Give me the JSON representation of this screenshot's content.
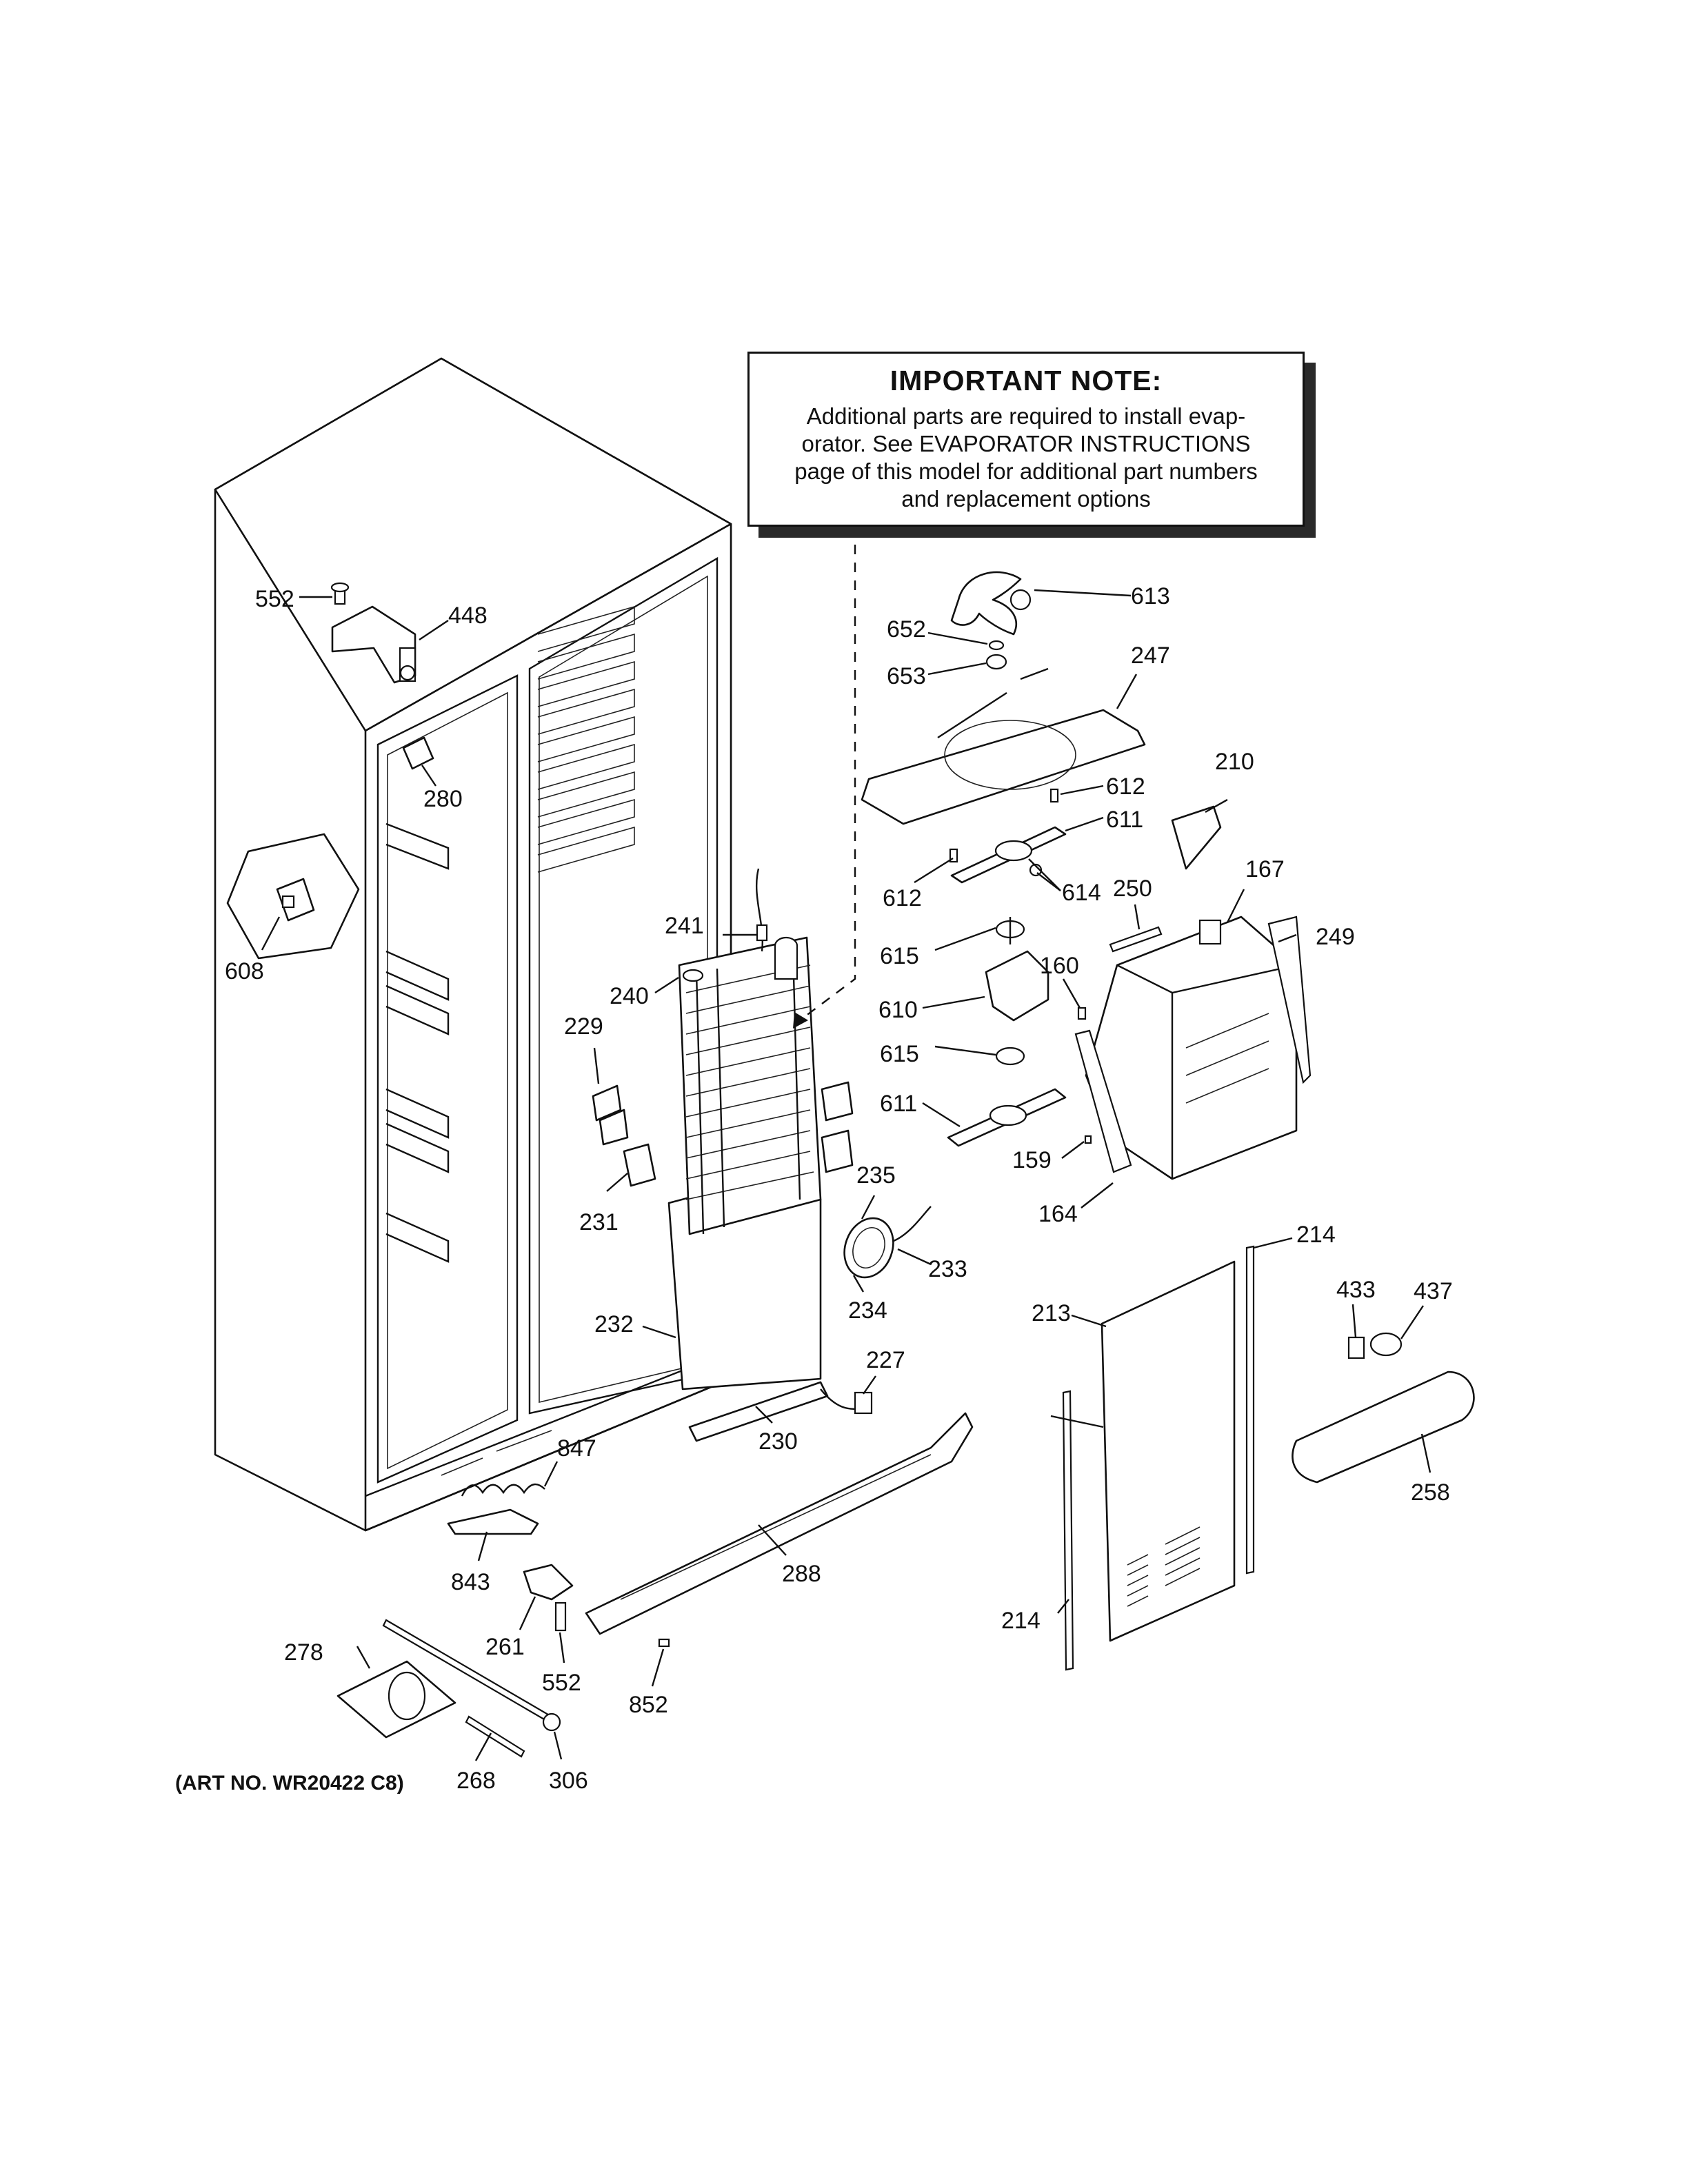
{
  "note": {
    "title": "IMPORTANT NOTE:",
    "lines": [
      "Additional parts are required to install evap-",
      "orator.  See EVAPORATOR INSTRUCTIONS",
      "page of this model for additional part numbers",
      "and replacement options"
    ]
  },
  "art_number": "(ART NO. WR20422 C8)",
  "callouts": {
    "p552a": "552",
    "p448": "448",
    "p280": "280",
    "p608": "608",
    "p613": "613",
    "p652": "652",
    "p653": "653",
    "p247": "247",
    "p612a": "612",
    "p612b": "612",
    "p611a": "611",
    "p614": "614",
    "p210": "210",
    "p167": "167",
    "p250": "250",
    "p249": "249",
    "p241": "241",
    "p240": "240",
    "p229": "229",
    "p231": "231",
    "p615a": "615",
    "p610": "610",
    "p615b": "615",
    "p611b": "611",
    "p160": "160",
    "p159": "159",
    "p164": "164",
    "p235": "235",
    "p233": "233",
    "p234": "234",
    "p232": "232",
    "p214a": "214",
    "p213": "213",
    "p433": "433",
    "p437": "437",
    "p227": "227",
    "p230": "230",
    "p847": "847",
    "p843": "843",
    "p288": "288",
    "p258": "258",
    "p214b": "214",
    "p261": "261",
    "p552b": "552",
    "p852": "852",
    "p278": "278",
    "p268": "268",
    "p306": "306"
  }
}
